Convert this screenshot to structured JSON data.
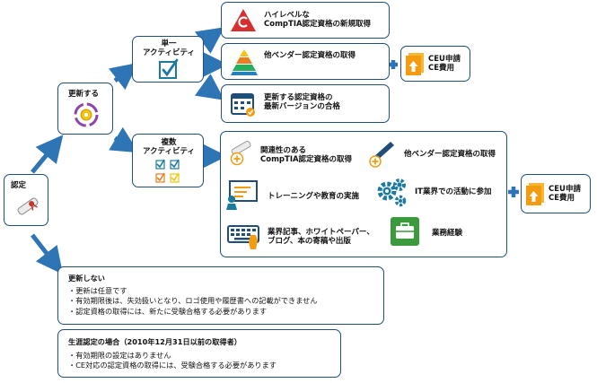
{
  "certify": {
    "label": "認定"
  },
  "renew": {
    "label": "更新する"
  },
  "single": {
    "title_line1": "単一",
    "title_line2": "アクティビティ"
  },
  "multiple": {
    "title_line1": "複数",
    "title_line2": "アクティビティ"
  },
  "single_options": [
    {
      "line1": "ハイレベルな",
      "line2": "CompTIA認定資格の新規取得"
    },
    {
      "line1": "他ベンダー認定資格の取得",
      "line2": ""
    },
    {
      "line1": "更新する認定資格の",
      "line2": "最新バージョンの合格"
    }
  ],
  "multi_options": [
    {
      "line1": "関連性のある",
      "line2": "CompTIA認定資格の取得"
    },
    {
      "line1": "他ベンダー認定資格の取得",
      "line2": ""
    },
    {
      "line1": "トレーニングや教育の実施",
      "line2": ""
    },
    {
      "line1": "IT業界での活動に参加",
      "line2": ""
    },
    {
      "line1": "業界記事、ホワイトペーパー、",
      "line2": "ブログ、本の寄稿や出版"
    },
    {
      "line1": "業務経験",
      "line2": ""
    }
  ],
  "ceu_fee": {
    "line1": "CEU申請",
    "line2": "CE費用"
  },
  "no_renew": {
    "title": "更新しない",
    "items": [
      "・更新は任意です",
      "・有効期限後は、失効扱いとなり、ロゴ使用や履歴書への記載ができません",
      "・認定資格の取得には、新たに受験合格する必要があります"
    ]
  },
  "lifetime": {
    "title": "生涯認定の場合（2010年12月31日以前の取得者）",
    "items": [
      "・有効期限の設定はありません",
      "・CE対応の認定資格の取得には、受験合格する必要があります"
    ]
  },
  "colors": {
    "arrow": "#2e75b6",
    "border": "#1f4e79",
    "orange": "#f39c12",
    "teal": "#1b7aa0",
    "green": "#3a9a3c"
  }
}
